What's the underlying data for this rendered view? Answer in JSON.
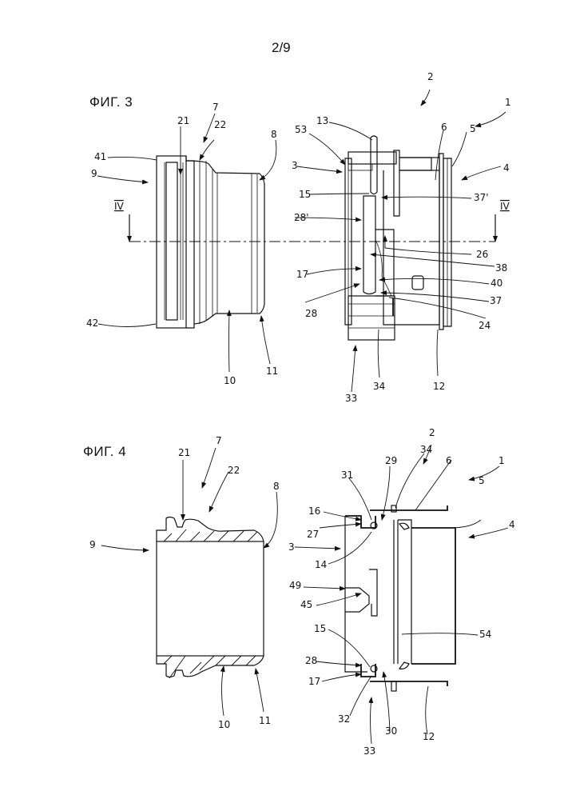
{
  "page": {
    "number": "2/9"
  },
  "figures": [
    {
      "id": "fig3",
      "title": "ФИГ. 3",
      "section_marker": "IV",
      "labels": {
        "l1": "1",
        "l2": "2",
        "l3": "3",
        "l4": "4",
        "l5": "5",
        "l6": "6",
        "l7": "7",
        "l8": "8",
        "l9": "9",
        "l10": "10",
        "l11": "11",
        "l12": "12",
        "l13": "13",
        "l15": "15",
        "l17": "17",
        "l21": "21",
        "l22": "22",
        "l24": "24",
        "l26": "26",
        "l28": "28",
        "l28p": "28'",
        "l33": "33",
        "l34": "34",
        "l37": "37",
        "l37p": "37'",
        "l38": "38",
        "l40": "40",
        "l41": "41",
        "l42": "42",
        "l53": "53"
      }
    },
    {
      "id": "fig4",
      "title": "ФИГ. 4",
      "labels": {
        "l1": "1",
        "l2": "2",
        "l3": "3",
        "l4": "4",
        "l5": "5",
        "l6": "6",
        "l7": "7",
        "l8": "8",
        "l9": "9",
        "l10": "10",
        "l11": "11",
        "l12": "12",
        "l14": "14",
        "l15": "15",
        "l16": "16",
        "l17": "17",
        "l21": "21",
        "l22": "22",
        "l27": "27",
        "l28": "28",
        "l29": "29",
        "l30": "30",
        "l31": "31",
        "l32": "32",
        "l33": "33",
        "l34": "34",
        "l45": "45",
        "l49": "49",
        "l54": "54"
      }
    }
  ]
}
